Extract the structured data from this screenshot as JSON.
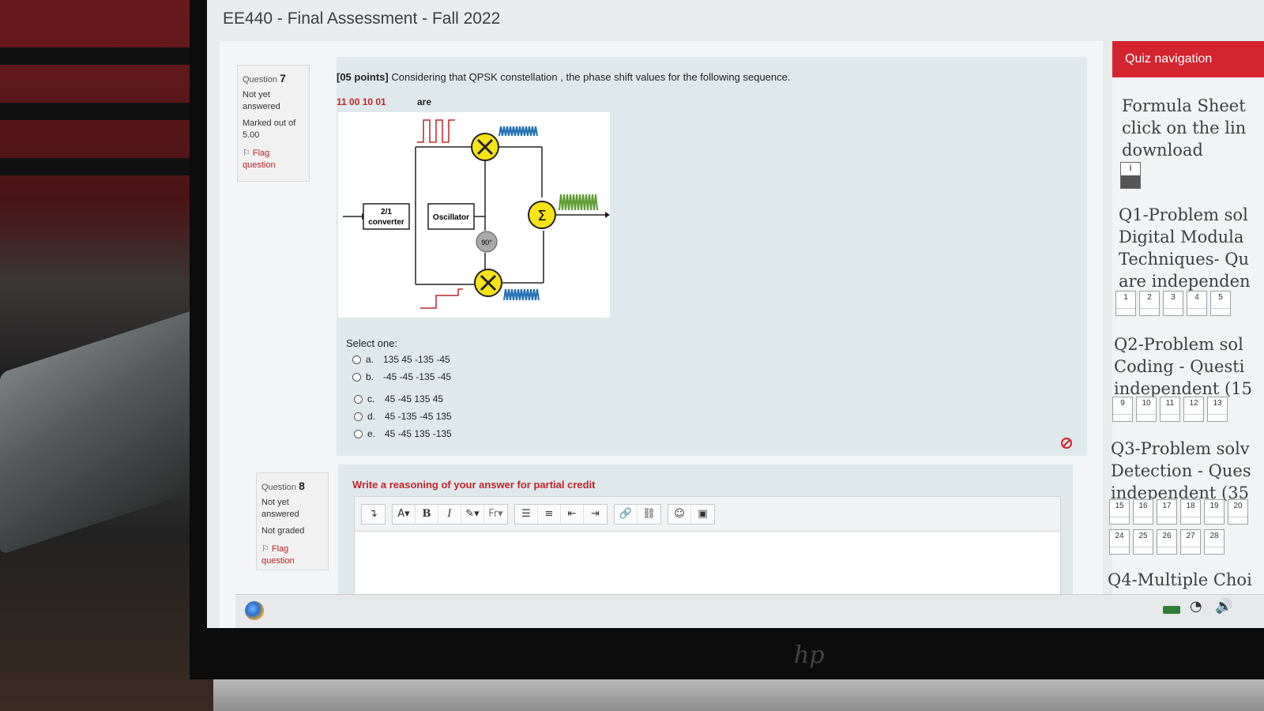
{
  "page": {
    "title": "EE440 - Final Assessment - Fall 2022"
  },
  "question7": {
    "label": "Question",
    "number": "7",
    "status": "Not yet answered",
    "marked_out_of": "Marked out of 5.00",
    "flag_label": "Flag question",
    "points": "[05 points]",
    "text": " Considering that QPSK constellation ,  the phase shift values for the following sequence.",
    "sequence": "11 00 10 01",
    "are": "are",
    "diagram": {
      "converter": "2/1 converter",
      "oscillator": "Oscillator",
      "phase": "90°",
      "sum": "Σ"
    },
    "select_one": "Select one:",
    "options": [
      {
        "letter": "a.",
        "text": "135  45  -135  -45"
      },
      {
        "letter": "b.",
        "text": "-45 -45 -135 -45"
      },
      {
        "letter": "c.",
        "text": "45  -45  135  45"
      },
      {
        "letter": "d.",
        "text": "45 -135  -45  135"
      },
      {
        "letter": "e.",
        "text": "45  -45  135  -135"
      }
    ]
  },
  "question8": {
    "label": "Question",
    "number": "8",
    "status": "Not yet answered",
    "grading": "Not graded",
    "flag_label": "Flag question",
    "text": "Write a reasoning of your answer for partial credit",
    "toolbar": {
      "font_size": "A▾",
      "bold": "B",
      "italic": "I",
      "font_family": "Fr▾"
    }
  },
  "quiz_nav": {
    "title": "Quiz navigation",
    "formula_sheet": [
      "Formula Sheet",
      "click on the lin",
      "download"
    ],
    "info_label": "i",
    "sections": [
      {
        "heading": [
          "Q1-Problem sol",
          "Digital Modula",
          "Techniques- Qu",
          "are independen"
        ],
        "items": [
          "1",
          "2",
          "3",
          "4",
          "5"
        ]
      },
      {
        "heading": [
          "Q2-Problem sol",
          "Coding - Questi",
          "independent (15"
        ],
        "items": [
          "9",
          "10",
          "11",
          "12",
          "13"
        ]
      },
      {
        "heading": [
          "Q3-Problem solv",
          "Detection - Ques",
          "independent (35"
        ],
        "items": [
          "15",
          "16",
          "17",
          "18",
          "19",
          "20"
        ],
        "items2": [
          "24",
          "25",
          "26",
          "27",
          "28"
        ]
      },
      {
        "heading": [
          "Q4-Multiple Choi"
        ]
      }
    ]
  },
  "colors": {
    "accent_red": "#d32430",
    "question_bg": "#dfe9ec",
    "sequence_red": "#c0252a"
  }
}
